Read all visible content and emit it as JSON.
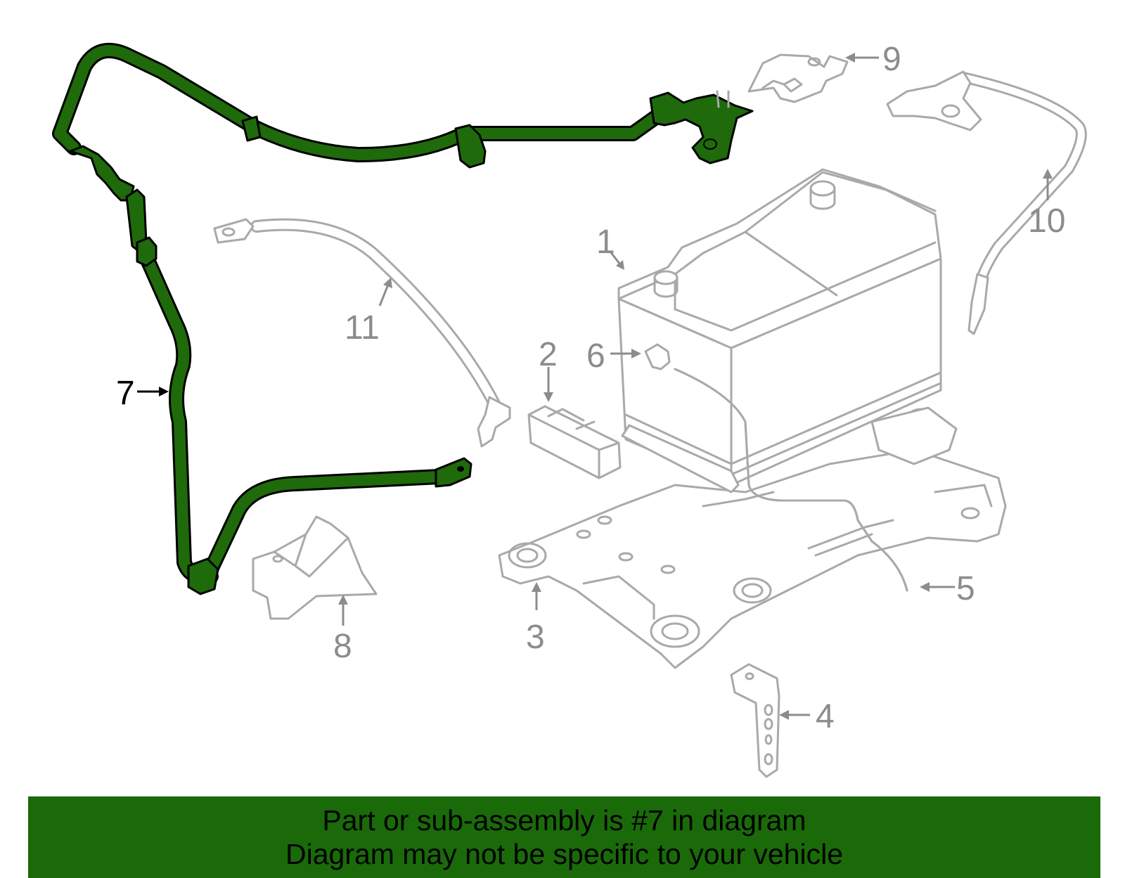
{
  "callouts": {
    "c1": "1",
    "c2": "2",
    "c3": "3",
    "c4": "4",
    "c5": "5",
    "c6": "6",
    "c7": "7",
    "c8": "8",
    "c9": "9",
    "c10": "10",
    "c11": "11"
  },
  "highlighted_part": "7",
  "colors": {
    "highlight_green": "#1f6a0b",
    "banner_green": "#1a6a0a",
    "part_gray": "#a9a9a9",
    "label_gray": "#8c8c8c"
  },
  "banner": {
    "line1": "Part or sub-assembly is #7 in diagram",
    "line2": "Diagram may not be specific to your vehicle"
  }
}
